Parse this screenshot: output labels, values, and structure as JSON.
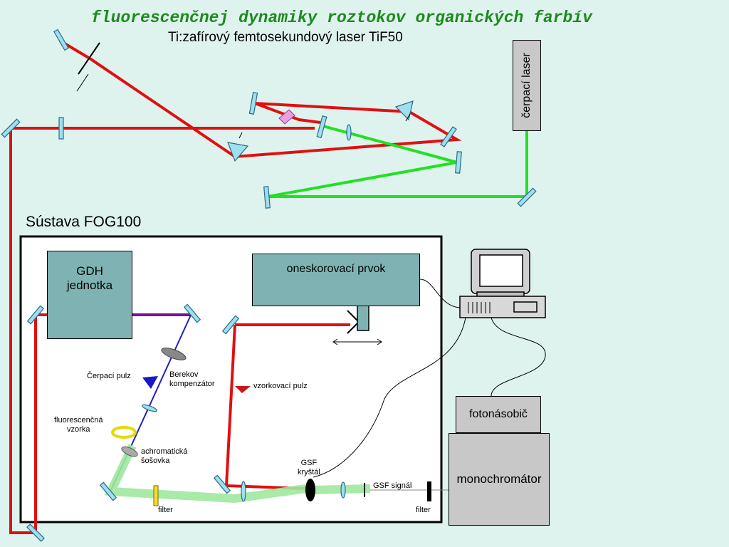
{
  "header": {
    "title": "fluorescenčnej dynamiky roztokov organických farbív",
    "subtitle": "Ti:zafírový femtosekundový laser TiF50"
  },
  "section_label": "Sústava FOG100",
  "boxes": {
    "pump_laser": "čerpací laser",
    "gdh_line1": "GDH",
    "gdh_line2": "jednotka",
    "delay": "oneskorovací prvok",
    "pmt": "fotonásobič",
    "monochromator": "monochromátor"
  },
  "labels": {
    "pump_pulse": "Čerpací pulz",
    "berek_line1": "Berekov",
    "berek_line2": "kompenzátor",
    "probe_pulse": "vzorkovací pulz",
    "sample_line1": "fluorescenčná",
    "sample_line2": "vzorka",
    "lens_line1": "achromatická",
    "lens_line2": "šošovka",
    "gsf_line1": "GSF",
    "gsf_line2": "kryštál",
    "gsf_signal": "GSF signál",
    "filter_left": "filter",
    "filter_right": "filter"
  },
  "colors": {
    "background": "#dff3ee",
    "title": "#1d8a1d",
    "red_beam": "#e01010",
    "green_beam": "#22e022",
    "fluorescence_beam": "#9ee89e",
    "blue_beam": "#2020c0",
    "purple_beam": "#7a10a0",
    "optic_fill": "#9fe0ee"
  }
}
